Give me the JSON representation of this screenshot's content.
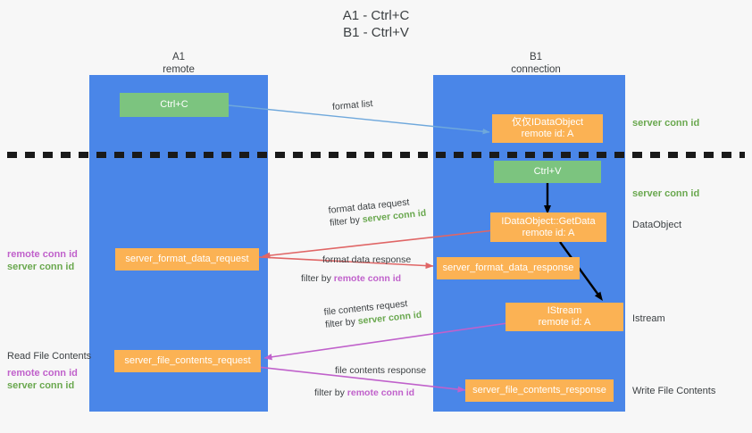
{
  "title": {
    "line1": "A1 - Ctrl+C",
    "line2": "B1 - Ctrl+V"
  },
  "columns": [
    {
      "name": "A1",
      "sub": "remote"
    },
    {
      "name": "B1",
      "sub": "connection"
    }
  ],
  "nodes": {
    "ctrl_c": {
      "label": "Ctrl+C"
    },
    "idataobject": {
      "line1": "仅仅IDataObject",
      "line2": "remote id: A"
    },
    "ctrl_v": {
      "label": "Ctrl+V"
    },
    "getdata": {
      "line1": "IDataObject::GetData",
      "line2": "remote id: A"
    },
    "istream": {
      "line1": "IStream",
      "line2": "remote id: A"
    },
    "fmt_data_req": {
      "label": "server_format_data_request"
    },
    "fmt_data_resp": {
      "label": "server_format_data_response"
    },
    "file_cont_req": {
      "label": "server_file_contents_request"
    },
    "file_cont_resp": {
      "label": "server_file_contents_response"
    }
  },
  "edges": {
    "format_list": {
      "label": "format list"
    },
    "format_data_request": {
      "label": "format data request",
      "filter_prefix": "filter by ",
      "filter_value": "server conn id"
    },
    "format_data_response": {
      "label": "format data response",
      "filter_prefix": "filter by ",
      "filter_value": "remote conn id"
    },
    "file_contents_request": {
      "label": "file contents request",
      "filter_prefix": "filter by ",
      "filter_value": "server conn id"
    },
    "file_contents_response": {
      "label": "file contents response",
      "filter_prefix": "filter by ",
      "filter_value": "remote conn id"
    }
  },
  "right_labels": {
    "server_conn_id_top": "server conn id",
    "server_conn_id_mid": "server conn id",
    "dataobject": "DataObject",
    "istream": "Istream",
    "write_file_contents": "Write File Contents"
  },
  "left_labels": {
    "remote_conn_id_1": "remote conn id",
    "server_conn_id_1": "server conn id",
    "read_file_contents": "Read File Contents",
    "remote_conn_id_2": "remote conn id",
    "server_conn_id_2": "server conn id"
  },
  "colors": {
    "lane": "#4a86e8",
    "green_node": "#7cc47f",
    "orange_node": "#fbb254",
    "green_text": "#6aa84f",
    "magenta_text": "#c061cb",
    "arrow_blue": "#6fa8dc",
    "arrow_red": "#e06666",
    "arrow_magenta": "#c061cb",
    "arrow_black": "#000000",
    "background": "#f7f7f7"
  }
}
